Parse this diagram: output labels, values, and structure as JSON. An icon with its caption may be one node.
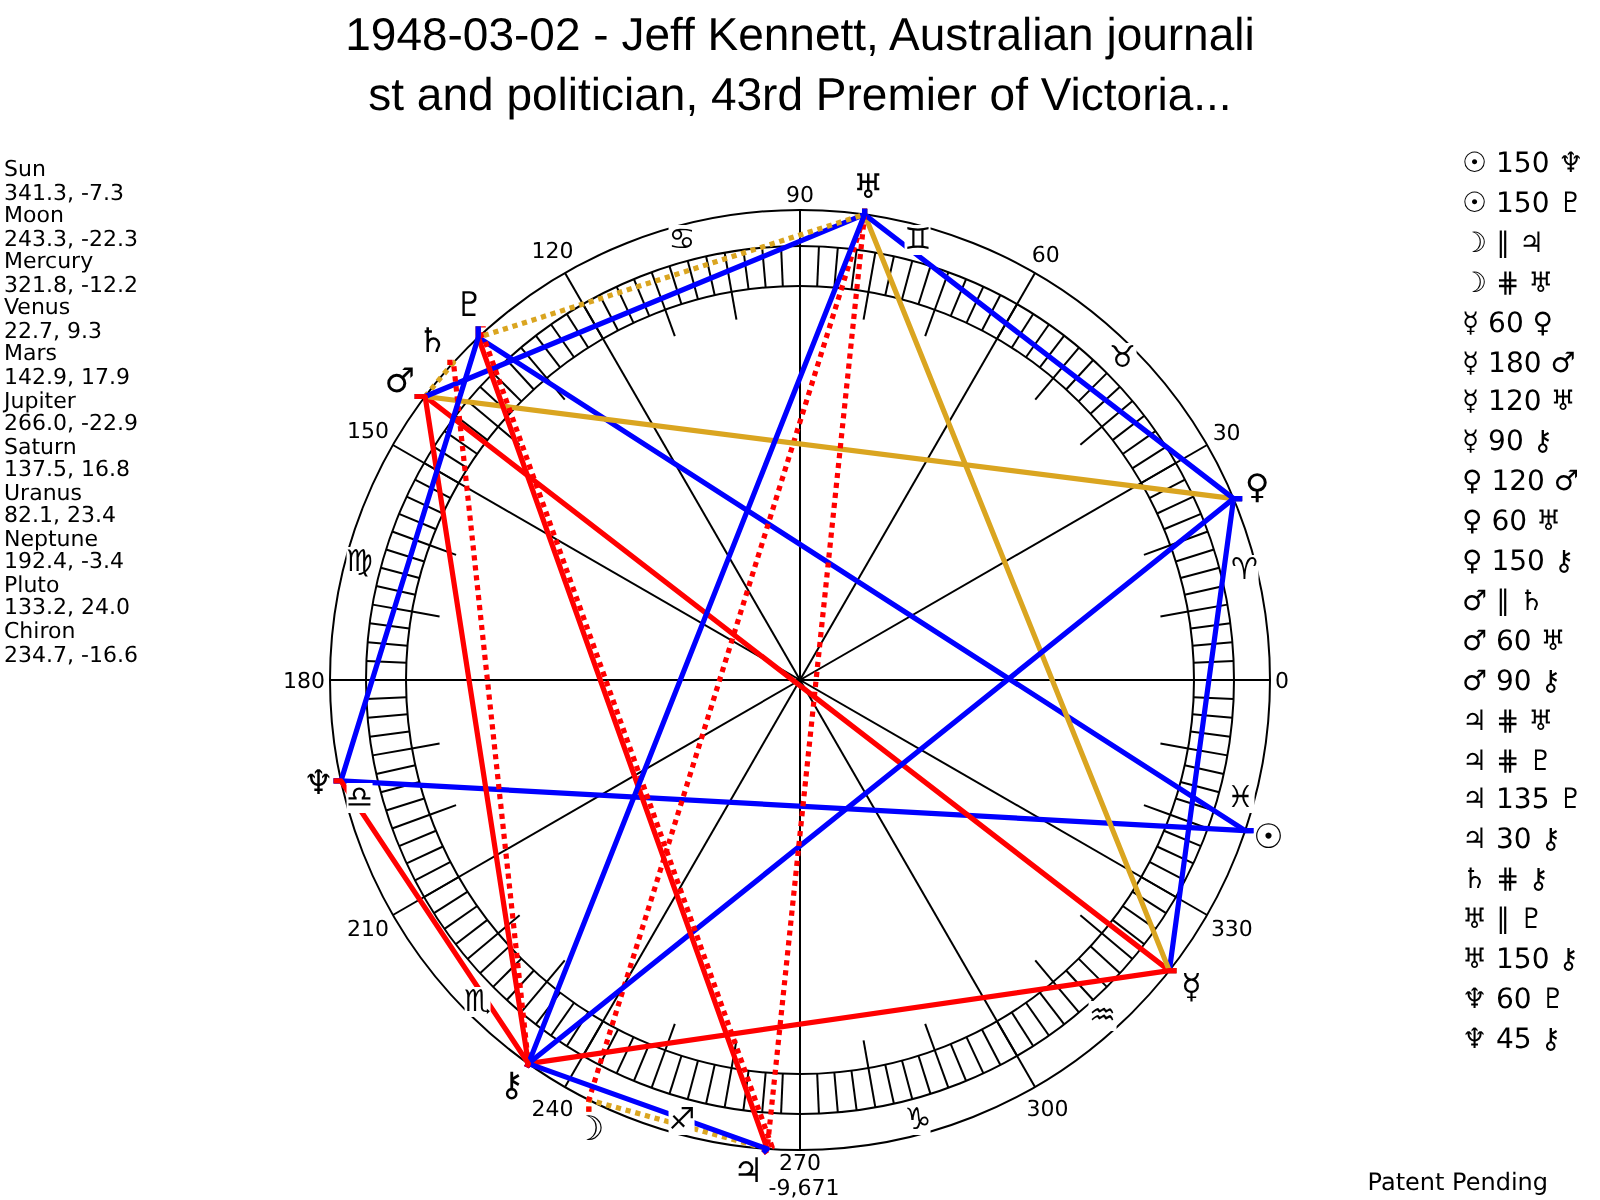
{
  "diagram": {
    "title": "1948-03-02 - Jeff Kennett, Australian journali st and politician, 43rd Premier of Victoria...",
    "nodes": [
      {
        "text": [
          "☉"
        ]
      },
      {
        "text": [
          "☽"
        ]
      },
      {
        "text": [
          "☿"
        ]
      },
      {
        "text": [
          "♀"
        ]
      },
      {
        "text": [
          "♂"
        ]
      },
      {
        "text": [
          "♃"
        ]
      },
      {
        "text": [
          "♄"
        ]
      },
      {
        "text": [
          "♅"
        ]
      },
      {
        "text": [
          "♆"
        ]
      },
      {
        "text": [
          "♇"
        ]
      },
      {
        "text": [
          "⚷"
        ]
      }
    ],
    "edges": [
      {
        "from": 0,
        "to": 8,
        "arrow": "none"
      },
      {
        "from": 0,
        "to": 9,
        "arrow": "none"
      },
      {
        "from": 1,
        "to": 5,
        "arrow": "none",
        "style": "dashed",
        "color": "#daa520"
      },
      {
        "from": 1,
        "to": 7,
        "arrow": "none",
        "style": "dashed",
        "color": "#ff0000"
      },
      {
        "from": 2,
        "to": 3,
        "arrow": "none"
      },
      {
        "from": 2,
        "to": 4,
        "arrow": "none",
        "color": "#ff0000"
      },
      {
        "from": 2,
        "to": 7,
        "arrow": "none",
        "color": "#daa520"
      },
      {
        "from": 2,
        "to": 10,
        "arrow": "none",
        "color": "#ff0000"
      },
      {
        "from": 3,
        "to": 4,
        "arrow": "none",
        "color": "#daa520"
      },
      {
        "from": 3,
        "to": 7,
        "arrow": "none"
      },
      {
        "from": 3,
        "to": 10,
        "arrow": "none"
      },
      {
        "from": 4,
        "to": 6,
        "arrow": "none",
        "style": "dashed",
        "color": "#daa520"
      },
      {
        "from": 4,
        "to": 7,
        "arrow": "none"
      },
      {
        "from": 4,
        "to": 10,
        "arrow": "none",
        "color": "#ff0000"
      },
      {
        "from": 5,
        "to": 7,
        "arrow": "none",
        "style": "dashed",
        "color": "#ff0000"
      },
      {
        "from": 5,
        "to": 9,
        "arrow": "none",
        "style": "dashed",
        "color": "#ff0000"
      },
      {
        "from": 5,
        "to": 9,
        "arrow": "none",
        "color": "#ff0000"
      },
      {
        "from": 5,
        "to": 10,
        "arrow": "none"
      },
      {
        "from": 6,
        "to": 10,
        "arrow": "none",
        "style": "dashed",
        "color": "#ff0000"
      },
      {
        "from": 7,
        "to": 9,
        "arrow": "none",
        "style": "dashed",
        "color": "#daa520"
      },
      {
        "from": 7,
        "to": 10,
        "arrow": "none"
      },
      {
        "from": 8,
        "to": 9,
        "arrow": "none"
      },
      {
        "from": 8,
        "to": 10,
        "arrow": "none",
        "color": "#ff0000"
      }
    ],
    "labels": [
      "Sun",
      "341.3, -7.3",
      "Moon",
      "243.3, -22.3",
      "Mercury",
      "321.8, -12.2",
      "Venus",
      "22.7, 9.3",
      "Mars",
      "142.9, 17.9",
      "Jupiter",
      "266.0, -22.9",
      "Saturn",
      "137.5, 16.8",
      "Uranus",
      "82.1, 23.4",
      "Neptune",
      "192.4, -3.4",
      "Pluto",
      "133.2, 24.0",
      "Chiron",
      "234.7, -16.6",
      "0",
      "30",
      "60",
      "90",
      "120",
      "150",
      "180",
      "210",
      "240",
      "270",
      "300",
      "330",
      "♈",
      "♉",
      "♊",
      "♋",
      "♍",
      "♎",
      "♏",
      "♐",
      "♑",
      "♒",
      "♓",
      "☉ 150 ♆",
      "☉ 150 ♇",
      "☽ ∥ ♃",
      "☽ ⋕ ♅",
      "☿ 60 ♀",
      "☿ 180 ♂",
      "☿ 120 ♅",
      "☿ 90 ⚷",
      "♀ 120 ♂",
      "♀ 60 ♅",
      "♀ 150 ⚷",
      "♂ ∥ ♄",
      "♂ 60 ♅",
      "♂ 90 ⚷",
      "♃ ⋕ ♅",
      "♃ ⋕ ♇",
      "♃ 135 ♇",
      "♃ 30 ⚷",
      "♄ ⋕ ⚷",
      "♅ ∥ ♇",
      "♅ 150 ⚷",
      "♆ 60 ♇",
      "♆ 45 ⚷",
      "-9,671",
      "Patent Pending"
    ]
  }
}
